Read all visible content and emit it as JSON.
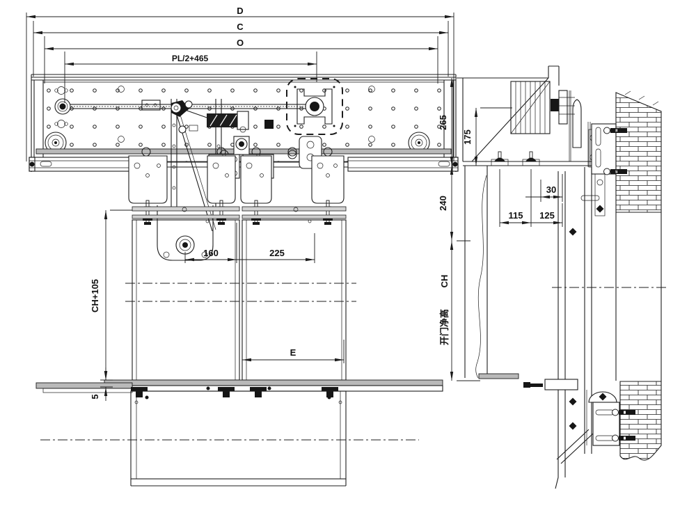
{
  "front_view": {
    "name": "front-elevation",
    "dimensions": {
      "overall_d": "D",
      "overall_c": "C",
      "overall_o": "O",
      "belt_travel": "PL/2+465",
      "pulley_offset": "160",
      "hanger_spacing": "225",
      "door_panel_height": "CH+105",
      "sill_gap": "5",
      "door_width_e": "E"
    }
  },
  "side_view": {
    "name": "side-section",
    "dimensions": {
      "header_height": "265",
      "motor_height": "175",
      "track_offset": "30",
      "header_depth": "240",
      "dim_115": "115",
      "dim_125": "125",
      "clear_height_label": "开门净高",
      "clear_height_symbol": "CH"
    }
  },
  "colors": {
    "line": "#1c1c1c",
    "metal_gray": "#b9b9b9",
    "background": "#ffffff"
  }
}
